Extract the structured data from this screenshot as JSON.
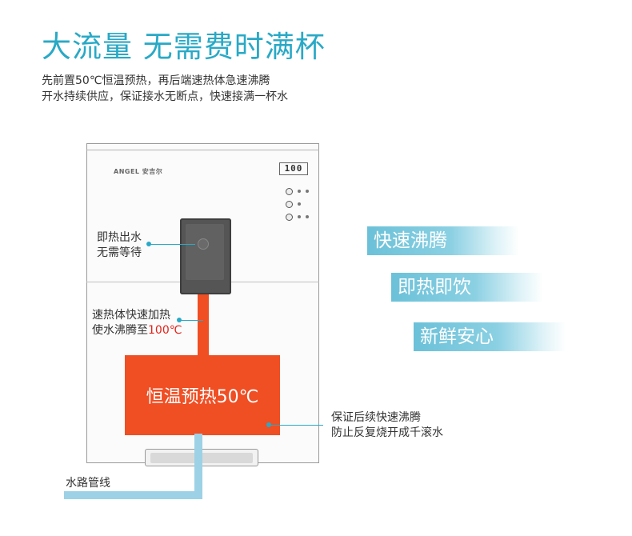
{
  "title": "大流量  无需费时满杯",
  "subtitle": {
    "line1": "先前置50℃恒温预热，再后端速热体急速沸腾",
    "line2": "开水持续供应，保证接水无断点，快速接满一杯水"
  },
  "machine": {
    "brand": "ANGEL 安吉尔",
    "display": "100"
  },
  "callouts": {
    "instant_line1": "即热出水",
    "instant_line2": "无需等待",
    "boil_line1": "速热体快速加热",
    "boil_line2_prefix": "使水沸腾至",
    "boil_line2_value": "100℃",
    "heater_label": "恒温预热50℃",
    "continuous_line1": "保证后续快速沸腾",
    "continuous_line2": "防止反复烧开成千滚水",
    "pipe_label": "水路管线"
  },
  "features": [
    "快速沸腾",
    "即热即饮",
    "新鲜安心"
  ],
  "colors": {
    "accent": "#29a9c6",
    "heater": "#f04e23",
    "pipe": "#9dd1e6",
    "highlight": "#e2231a"
  }
}
